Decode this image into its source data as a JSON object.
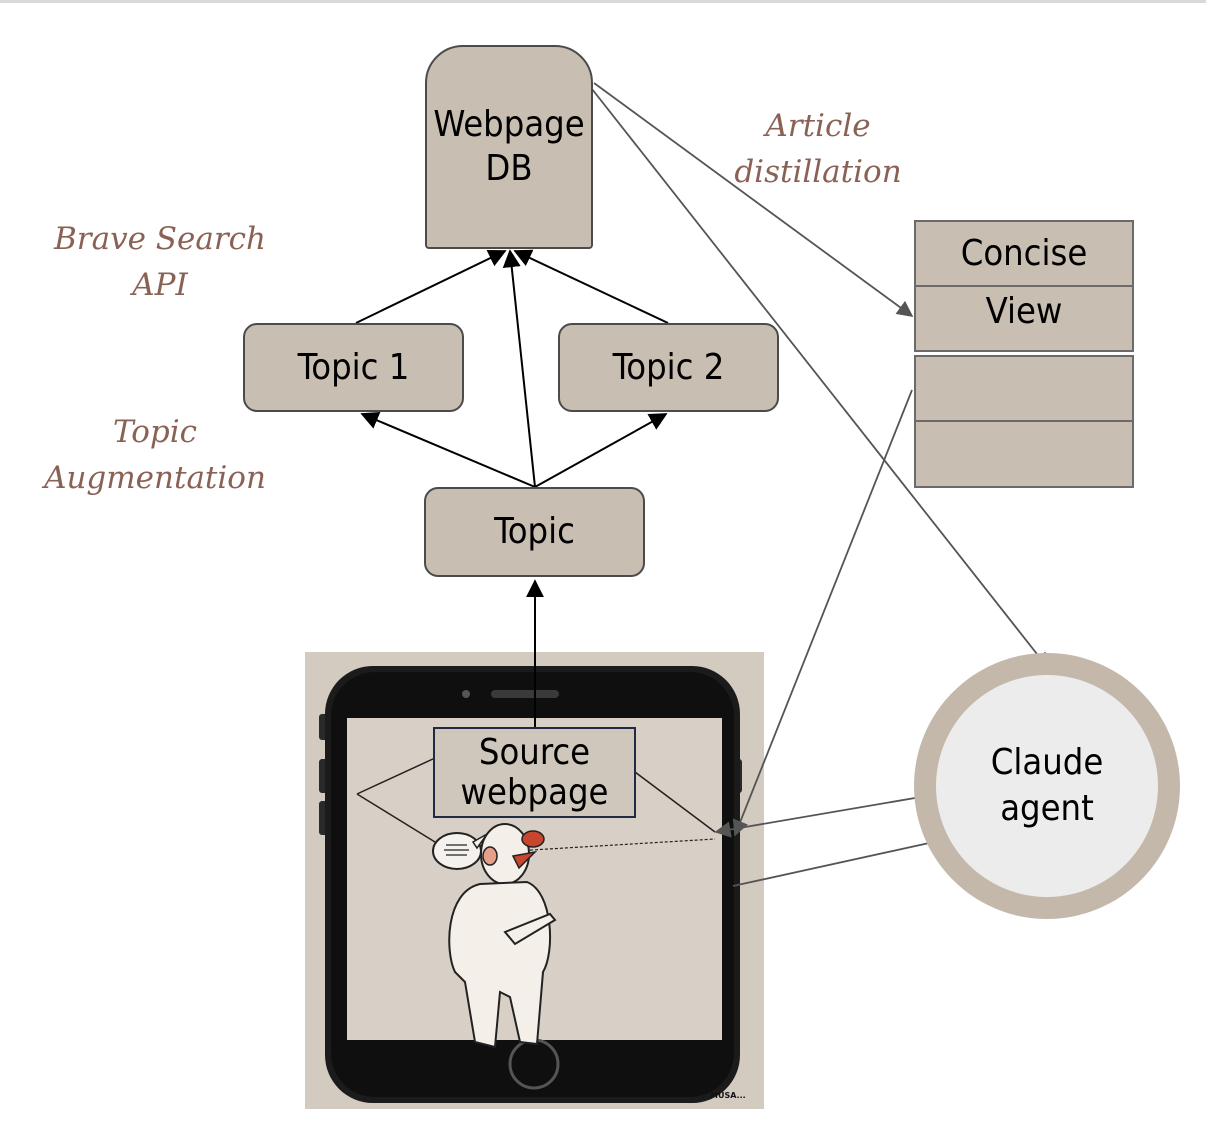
{
  "nodes": {
    "db": "Webpage\nDB",
    "topic1": "Topic 1",
    "topic2": "Topic 2",
    "topic": "Topic",
    "concise_top": "Concise",
    "concise_bottom": "View",
    "source": "Source\nwebpage",
    "claude": "Claude\nagent"
  },
  "labels": {
    "brave": "Brave Search\nAPI",
    "augmentation": "Topic\nAugmentation",
    "distillation": "Article\ndistillation"
  },
  "illustration": {
    "signature": "MUSA..."
  },
  "colors": {
    "box_fill": "#c9beb2",
    "label_color": "#8a6155",
    "circle_ring": "#c4b8ab"
  }
}
